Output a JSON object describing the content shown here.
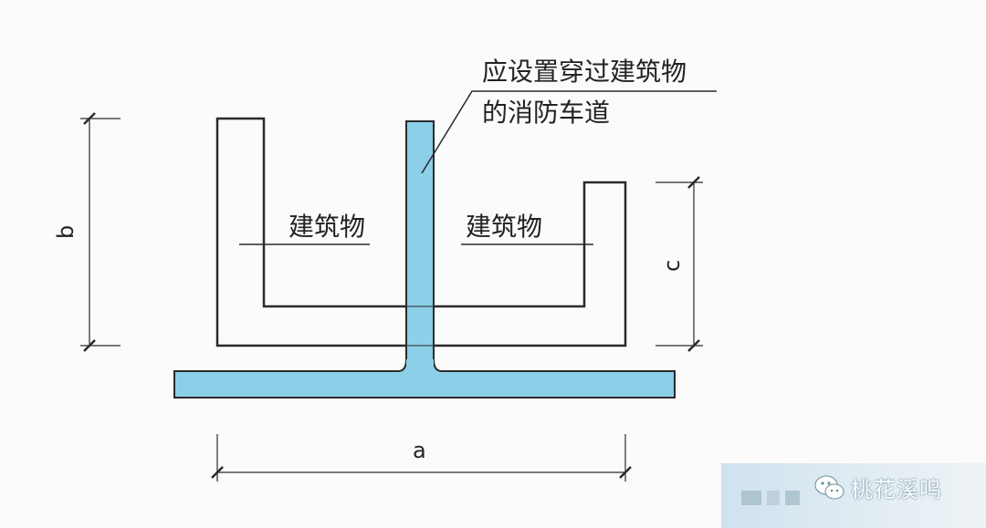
{
  "diagram": {
    "callout_line1": "应设置穿过建筑物",
    "callout_line2": "的消防车道",
    "building_left": "建筑物",
    "building_right": "建筑物",
    "dim_a": "a",
    "dim_b": "b",
    "dim_c": "c",
    "colors": {
      "road_fill": "#8ccfe8",
      "stroke": "#2a2a2a"
    }
  },
  "watermark": {
    "text": "桃花溪鸣",
    "icon": "wechat-icon"
  }
}
